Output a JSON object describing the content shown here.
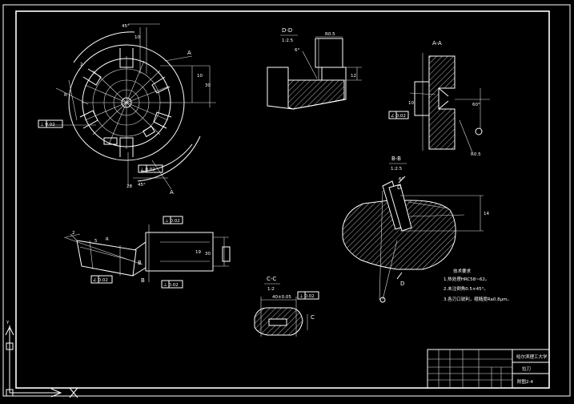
{
  "views": {
    "section_dd": {
      "label": "D-D",
      "scale": "1:2.5"
    },
    "section_aa": {
      "label": "A-A"
    },
    "section_bb": {
      "label": "B-B",
      "scale": "1:2.5"
    },
    "section_cc": {
      "label": "C-C",
      "scale": "1:2"
    }
  },
  "markers": {
    "a_top": "A",
    "a_bottom": "A",
    "b_top": "B",
    "b_bottom": "B",
    "d_top": "D",
    "d_bottom": "D",
    "c_mark": "C"
  },
  "tolerance_frames": {
    "fcf_main_left": "⊥ 0.02",
    "fcf_main_bottom": "⊥ 0.02",
    "fcf_aa": "∠ 0.02",
    "fcf_side_top": "⊥ 0.02",
    "fcf_side_bottom": "⊥ 0.02",
    "fcf_side_left": "∠ 0.02",
    "fcf_cc": "⊥ 0.02"
  },
  "notes": {
    "heading": "技术要求",
    "line1": "1.热处理HRC58~62。",
    "line2": "2.未注倒角0.5×45°。",
    "line3": "3.各刃口锐利，粗糙度Ra0.8μm。"
  },
  "title_block": {
    "company": "哈尔滨理工大学",
    "part_name": "拉刀",
    "drawing_no": "附图2-4"
  },
  "ucs": {
    "y_label": "Y",
    "x_label": "X"
  },
  "colors": {
    "background": "#000000",
    "lines": "#ffffff"
  }
}
